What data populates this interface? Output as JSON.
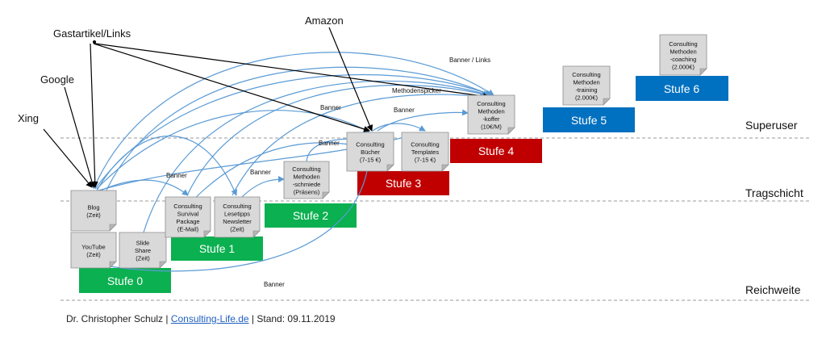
{
  "colors": {
    "green": "#0bb050",
    "red": "#c00000",
    "blue": "#0070c0",
    "doc_fill": "#d9d9d9",
    "doc_stroke": "#8c8c8c",
    "arrow_blue": "#5b9bd5",
    "arrow_black": "#000000",
    "dashed_line": "#9a9a9a"
  },
  "layers": {
    "superuser": "Superuser",
    "tragschicht": "Tragschicht",
    "reichweite": "Reichweite"
  },
  "stages": [
    "Stufe 0",
    "Stufe 1",
    "Stufe 2",
    "Stufe 3",
    "Stufe 4",
    "Stufe 5",
    "Stufe 6"
  ],
  "channels": {
    "xing": "Xing",
    "google": "Google",
    "gastartikel": "Gastartikel/Links",
    "amazon": "Amazon"
  },
  "edge_labels": {
    "banner_links": "Banner / Links",
    "methodenspicker": "Methodenspicker",
    "banner": "Banner"
  },
  "documents": {
    "blog": [
      "Blog",
      "(Zeit)"
    ],
    "youtube": [
      "YouTube",
      "(Zeit)"
    ],
    "slideshare": [
      "Slide",
      "Share",
      "(Zeit)"
    ],
    "survival": [
      "Consulting",
      "Survival",
      "Package",
      "(E-Mail)"
    ],
    "lesetipps": [
      "Consulting",
      "Lesetipps",
      "Newsletter",
      "(Zeit)"
    ],
    "schmiede": [
      "Consulting",
      "Methoden",
      "-schmiede",
      "(Präsens)"
    ],
    "buecher": [
      "Consulting",
      "Bücher",
      "(7-15 €)"
    ],
    "templates": [
      "Consulting",
      "Templates",
      "(7-15 €)"
    ],
    "koffer": [
      "Consulting",
      "Methoden",
      "-koffer",
      "(10€/M)"
    ],
    "training": [
      "Consulting",
      "Methoden",
      "-training",
      "(2.000€)"
    ],
    "coaching": [
      "Consulting",
      "Methoden",
      "-coaching",
      "(2.000€)"
    ]
  },
  "footer": {
    "author": "Dr. Christopher Schulz |",
    "link": "Consulting-Life.de",
    "stand": "| Stand: 09.11.2019"
  }
}
